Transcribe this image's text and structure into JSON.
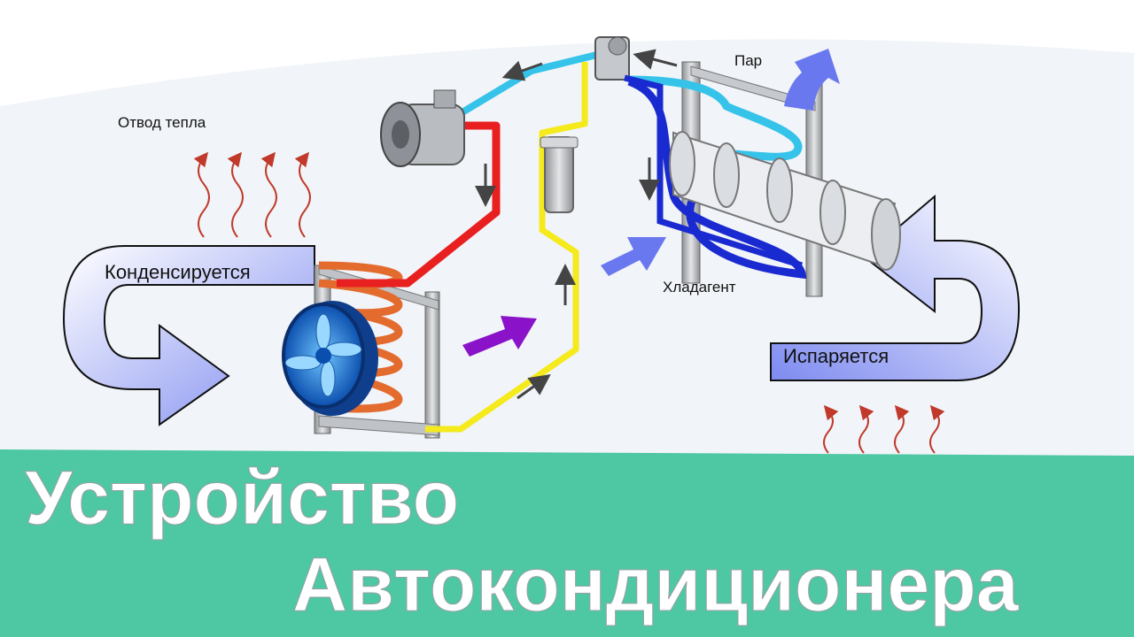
{
  "labels": {
    "heat_removal": "Отвод тепла",
    "condenses": "Конденсируется",
    "vapor": "Пар",
    "refrigerant": "Хладагент",
    "evaporates": "Испаряется"
  },
  "banner": {
    "line1": "Устройство",
    "line2": "Автокондиционера"
  },
  "colors": {
    "hot_line": "#e8201f",
    "liquid_line": "#f4ea1c",
    "suction_line": "#35c3ea",
    "evaporator_line": "#1a2ad1",
    "air_arrow": "#8a93f2",
    "purple_arrow": "#8a12c9",
    "heat_wave": "#c0392b",
    "banner_bg": "#4ec7a3",
    "fan_blue": "#1777d6"
  },
  "icons": [
    "compressor-icon",
    "receiver-drier-icon",
    "expansion-valve-icon",
    "fan-icon",
    "condenser-icon",
    "evaporator-icon",
    "blower-drum-icon"
  ]
}
